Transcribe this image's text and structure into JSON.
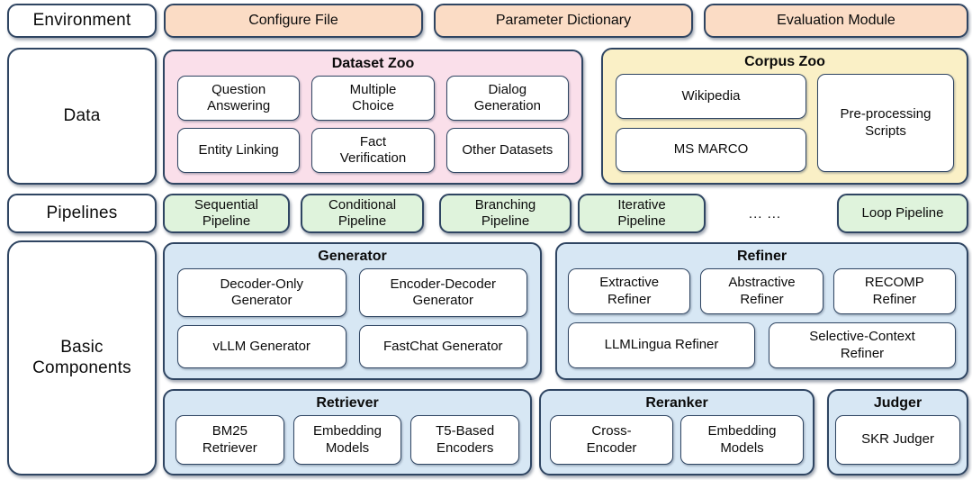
{
  "colors": {
    "border": "#2F4562",
    "peach": "#FBDCC5",
    "pink": "#FADFEA",
    "yellow": "#FAF0C6",
    "green": "#DFF3DC",
    "blue": "#D7E7F4"
  },
  "environment_row": {
    "label": "Environment",
    "configure_file": "Configure File",
    "parameter_dictionary": "Parameter Dictionary",
    "evaluation_module": "Evaluation Module"
  },
  "data_row": {
    "label": "Data",
    "dataset_zoo": {
      "title": "Dataset Zoo",
      "items": [
        "Question Answering",
        "Multiple Choice",
        "Dialog Generation",
        "Entity Linking",
        "Fact Verification",
        "Other Datasets"
      ]
    },
    "corpus_zoo": {
      "title": "Corpus Zoo",
      "wikipedia": "Wikipedia",
      "ms_marco": "MS MARCO",
      "preprocessing": "Pre-processing Scripts"
    }
  },
  "pipelines_row": {
    "label": "Pipelines",
    "items": [
      "Sequential Pipeline",
      "Conditional Pipeline",
      "Branching Pipeline",
      "Iterative Pipeline"
    ],
    "ellipsis": "... ...",
    "loop": "Loop Pipeline"
  },
  "components_row": {
    "label": "Basic Components",
    "generator": {
      "title": "Generator",
      "items": [
        "Decoder-Only Generator",
        "Encoder-Decoder Generator",
        "vLLM Generator",
        "FastChat Generator"
      ]
    },
    "refiner": {
      "title": "Refiner",
      "row1": [
        "Extractive Refiner",
        "Abstractive Refiner",
        "RECOMP Refiner"
      ],
      "row2": [
        "LLMLingua Refiner",
        "Selective-Context Refiner"
      ]
    },
    "retriever": {
      "title": "Retriever",
      "items": [
        "BM25 Retriever",
        "Embedding Models",
        "T5-Based Encoders"
      ]
    },
    "reranker": {
      "title": "Reranker",
      "items": [
        "Cross-Encoder",
        "Embedding Models"
      ]
    },
    "judger": {
      "title": "Judger",
      "items": [
        "SKR Judger"
      ]
    }
  }
}
